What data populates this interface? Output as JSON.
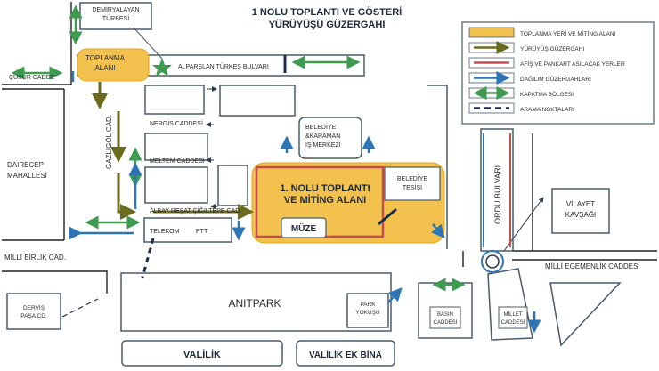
{
  "title_line1": "1 NOLU TOPLANTI VE GÖSTERİ",
  "title_line2": "YÜRÜYÜŞÜ GÜZERGAHI",
  "labels": {
    "demiryalayan1": "DEMİRYALAYAN",
    "demiryalayan2": "TÜRBESİ",
    "toplanma1": "TOPLANMA",
    "toplanma2": "ALANI",
    "alparslan": "ALPARSLAN TÜRKEŞ BULVARI",
    "cukur": "ÇUKUR CADDE",
    "gazligol": "GAZLIGÖL CAD.",
    "nergis": "NERGİS CADDESİ",
    "meltem": "MELTEM CADDESİ",
    "albay": "ALBAY REŞAT ÇİĞİLTEPE CAD.",
    "telekom": "TELEKOM",
    "ptt": "PTT",
    "dairecep1": "DAIRECEP",
    "dairecep2": "MAHALLESİ",
    "milli_birlik": "MİLLİ BİRLİK CAD.",
    "belediye_karaman1": "BELEDİYE",
    "belediye_karaman2": "&KARAMAN",
    "belediye_karaman3": "İŞ MERKEZİ",
    "miting1": "1. NOLU TOPLANTI",
    "miting2": "VE MİTİNG ALANI",
    "belediye_tesis1": "BELEDİYE",
    "belediye_tesis2": "TESİSİ",
    "muze": "MÜZE",
    "ordu": "ORDU BULVARI",
    "vilayet1": "VİLAYET",
    "vilayet2": "KAVŞAĞI",
    "milli_egemenlik": "MİLLİ EGEMENLİK CADDESİ",
    "dervis1": "DERVİŞ",
    "dervis2": "PAŞA CD.",
    "anitpark": "ANITPARK",
    "park1": "PARK",
    "park2": "YOKUŞU",
    "basin1": "BASIN",
    "basin2": "CADDESİ",
    "millet1": "MİLLET",
    "millet2": "CADDESİ",
    "valilik": "VALİLİK",
    "valilik_ek": "VALİLİK EK BİNA"
  },
  "legend": [
    {
      "label": "TOPLANMA YERİ VE MİTİNG ALANI",
      "symbol": "yellow-fill"
    },
    {
      "label": "YÜRÜYÜŞ GÜZERGAHI",
      "symbol": "olive-arrow"
    },
    {
      "label": "AFİŞ VE PANKART ASILACAK YERLER",
      "symbol": "red-line"
    },
    {
      "label": "DAĞILIM GÜZERGAHLARI",
      "symbol": "blue-arrow"
    },
    {
      "label": "KAPATMA BÖLGESİ",
      "symbol": "green-double-arrow"
    },
    {
      "label": "ARAMA NOKTALARI",
      "symbol": "dark-dashes"
    }
  ],
  "colors": {
    "assembly": "#f2c14e",
    "march": "#6b6b1e",
    "banner": "#c0504d",
    "dispersal": "#2e75b6",
    "closure": "#3e9b4f",
    "checkpoint": "#1f2d4d",
    "block": "#4a5a6a"
  }
}
